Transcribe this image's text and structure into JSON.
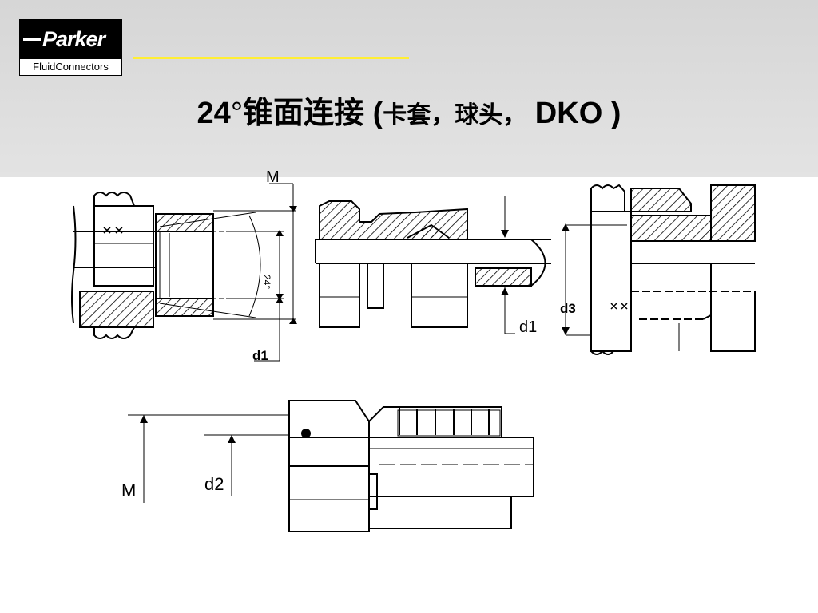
{
  "brand": {
    "logo_wordmark": "Parker",
    "logo_subtitle": "FluidConnectors"
  },
  "title": {
    "part1": "24",
    "degree": "°",
    "part2": "锥面连接",
    "part3": " (",
    "part4": "卡套，球头，",
    "part5": " DKO )"
  },
  "diagram": {
    "fig1": {
      "label_M": "M",
      "label_d1": "d1",
      "angle_label": "24°"
    },
    "fig2": {
      "label_d1": "d1"
    },
    "fig3": {
      "label_d3": "d3"
    },
    "fig4": {
      "label_M": "M",
      "label_d2": "d2"
    }
  },
  "colors": {
    "header_band": "#d9d9d9",
    "accent_line": "#ffee33",
    "ink": "#000000"
  }
}
